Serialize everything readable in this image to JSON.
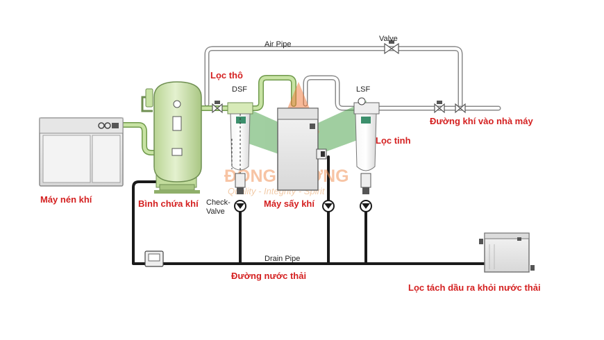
{
  "labels": {
    "compressor": "Máy nén khí",
    "tank": "Bình chứa khí",
    "rough_filter": "Lọc thô",
    "fine_filter": "Lọc tinh",
    "dryer": "Máy sấy khí",
    "air_to_factory": "Đường khí vào nhà máy",
    "waste_water_line": "Đường nước thải",
    "oil_water_separator": "Lọc tách dầu ra khỏi nước thải",
    "air_pipe": "Air Pipe",
    "valve": "Valve",
    "dsf": "DSF",
    "lsf": "LSF",
    "check_valve_1": "Check-",
    "check_valve_2": "Valve",
    "drain_pipe": "Drain Pipe"
  },
  "watermark": {
    "name": "ĐÔNG DƯƠNG",
    "slogan": "Quality - Integrity - Spirit"
  },
  "colors": {
    "label_red": "#d42020",
    "tank_green": "#d7eab8",
    "pipe_green": "#6f9a4b",
    "watermark_green": "#3a9a3a",
    "watermark_orange": "#ef7a3a"
  }
}
